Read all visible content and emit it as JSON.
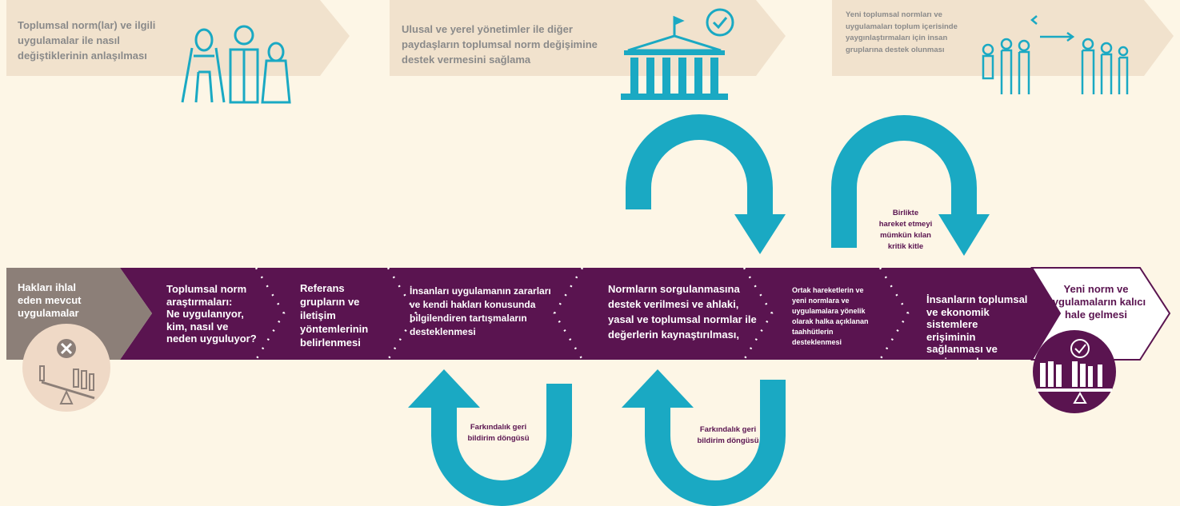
{
  "top": {
    "box1": "Toplumsal norm(lar) ve ilgili uygulamalar ile nasıl değiştiklerinin anlaşılması",
    "box2": "Ulusal ve yerel yönetimler ile diğer paydaşların toplumsal norm değişimine destek vermesini sağlama",
    "box3": "Yeni toplumsal normları ve uygulamaları toplum içerisinde yaygınlaştırmaları için insan gruplarına destek olunması"
  },
  "stages": {
    "start": "Hakları ihlal\neden mevcut\nuygulamalar",
    "s1": "Toplumsal norm\naraştırmaları:\nNe uygulanıyor,\nkim, nasıl ve\nneden uyguluyor?",
    "s2": "Referans\ngrupların ve\niletişim\nyöntemlerinin\nbelirlenmesi",
    "s3": "İnsanları uygulamanın zararları\nve kendi hakları konusunda\nbilgilendiren tartışmaların\ndesteklenmesi",
    "s4": "Normların sorgulanmasına\ndestek verilmesi ve ahlaki,\nyasal ve toplumsal normlar ile\ndeğerlerin kaynaştırılması,",
    "s5": "Ortak hareketlerin ve\nyeni normlara ve\nuygulamalara yönelik\nolarak halka açıklanan\ntaahhütlerin\ndesteklenmesi",
    "s6": "İnsanların toplumsal\nve ekonomik\nsistemlere\nerişiminin\nsağlanması ve\nyeni normların\nhalka\nduyurulması",
    "end": "Yeni norm ve\nuygulamaların kalıcı\nhale gelmesi"
  },
  "loops": {
    "critical_mass": "Birlikte\nhareket etmeyi\nmümkün kılan\nkritik kitle",
    "feedback1": "Farkındalık geri\nbildirim döngüsü",
    "feedback2": "Farkındalık geri\nbildirim döngüsü"
  },
  "colors": {
    "background": "#fdf6e6",
    "top_box": "#f1e2cd",
    "band": "#5a1450",
    "start": "#8c7f78",
    "teal": "#1aa9c3",
    "circle_start": "#efd9c6"
  },
  "icons": {
    "start": "scale-unbalanced-cross-icon",
    "end": "scale-balanced-check-icon",
    "top1": "family-group-icon",
    "top2": "government-building-check-icon",
    "top3": "people-groups-arrows-icon"
  }
}
